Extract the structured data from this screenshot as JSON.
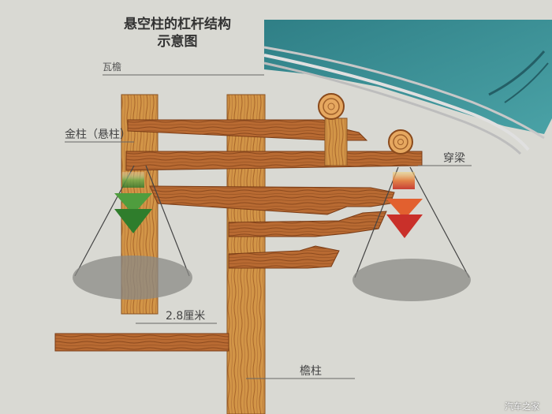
{
  "title": {
    "line1": "悬空柱的杠杆结构",
    "line2": "示意图"
  },
  "labels": {
    "tile_eave": "瓦檐",
    "gold_column": "金柱（悬柱）",
    "through_beam": "穿梁",
    "measurement": "2.8厘米",
    "eave_column": "檐柱"
  },
  "watermark": "汽车之家",
  "colors": {
    "wood": "#c9883e",
    "wood_dark": "#8a4a1c",
    "roof": "#3a8f95",
    "arrow_green": "#3e8d3b",
    "arrow_red": "#cc3b2a",
    "background": "#d9d9d3"
  }
}
